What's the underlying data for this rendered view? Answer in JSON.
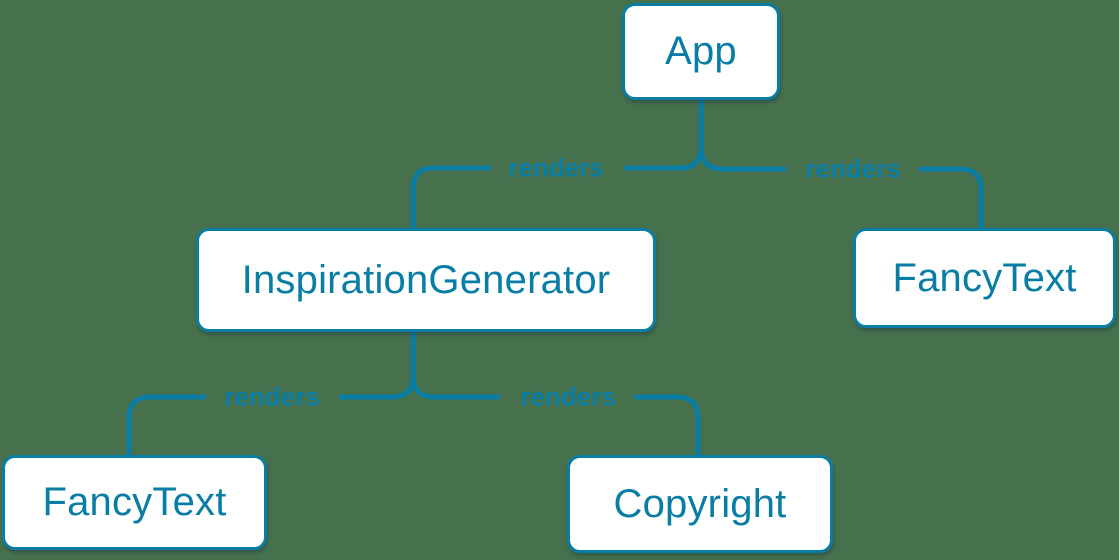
{
  "canvas": {
    "background_color": "#47714d",
    "accent_color": "#0a7da4",
    "node_fill_color": "#ffffff"
  },
  "diagram": {
    "type": "component-render-tree",
    "nodes": [
      {
        "id": "app",
        "label": "App"
      },
      {
        "id": "inspiration-generator",
        "label": "InspirationGenerator"
      },
      {
        "id": "fancy-text-right",
        "label": "FancyText"
      },
      {
        "id": "fancy-text-left",
        "label": "FancyText"
      },
      {
        "id": "copyright",
        "label": "Copyright"
      }
    ],
    "edges": [
      {
        "from": "App",
        "to": "InspirationGenerator",
        "label": "renders"
      },
      {
        "from": "App",
        "to": "FancyText",
        "label": "renders"
      },
      {
        "from": "InspirationGenerator",
        "to": "FancyText",
        "label": "renders"
      },
      {
        "from": "InspirationGenerator",
        "to": "Copyright",
        "label": "renders"
      }
    ]
  }
}
